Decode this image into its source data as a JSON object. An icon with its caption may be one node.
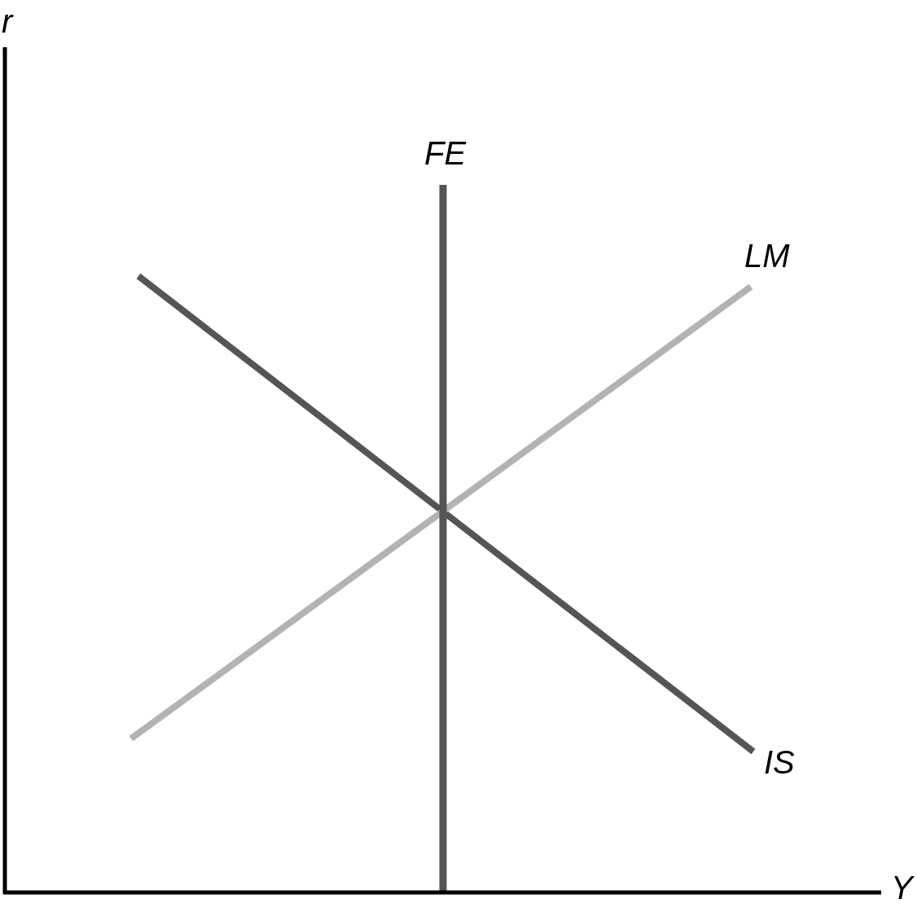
{
  "diagram": {
    "labels": [
      "r",
      "FE",
      "LM",
      "IS",
      "Y"
    ]
  }
}
